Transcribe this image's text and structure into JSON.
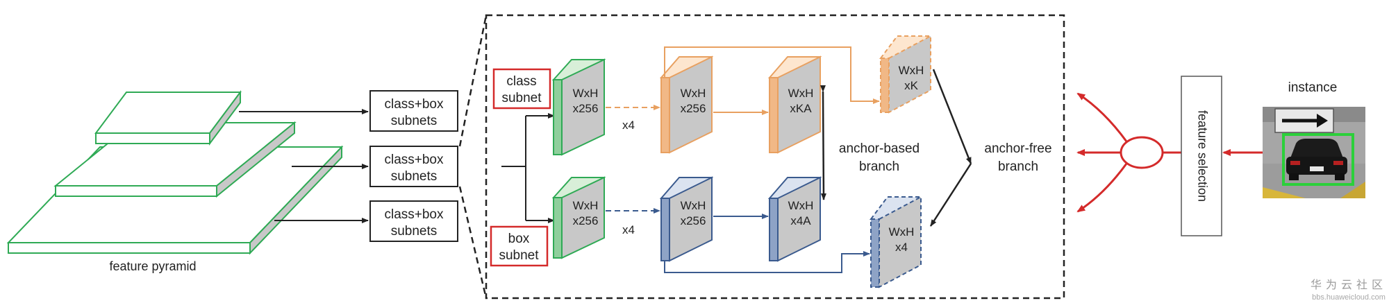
{
  "pyramid": {
    "label": "feature pyramid"
  },
  "subnets": [
    {
      "line1": "class+box",
      "line2": "subnets"
    },
    {
      "line1": "class+box",
      "line2": "subnets"
    },
    {
      "line1": "class+box",
      "line2": "subnets"
    }
  ],
  "heads": {
    "class": {
      "line1": "class",
      "line2": "subnet"
    },
    "box": {
      "line1": "box",
      "line2": "subnet"
    }
  },
  "blocks": {
    "class_in": {
      "l1": "WxH",
      "l2": "x256"
    },
    "box_in": {
      "l1": "WxH",
      "l2": "x256"
    },
    "x4_top": "x4",
    "x4_bottom": "x4",
    "ab_mid": {
      "l1": "WxH",
      "l2": "x256"
    },
    "ab_out": {
      "l1": "WxH",
      "l2": "xKA"
    },
    "box_mid": {
      "l1": "WxH",
      "l2": "x256"
    },
    "box_out": {
      "l1": "WxH",
      "l2": "x4A"
    },
    "af_class": {
      "l1": "WxH",
      "l2": "xK"
    },
    "af_box": {
      "l1": "WxH",
      "l2": "x4"
    }
  },
  "branches": {
    "anchor_based": {
      "l1": "anchor-based",
      "l2": "branch"
    },
    "anchor_free": {
      "l1": "anchor-free",
      "l2": "branch"
    }
  },
  "feature_selection": "feature selection",
  "instance": {
    "label": "instance"
  },
  "watermark": {
    "cn": "华为云社区",
    "url": "bbs.huaweicloud.com"
  },
  "colors": {
    "green": "#2faa55",
    "orange": "#e8a060",
    "blue": "#3a5a8e",
    "red": "#d42a2a",
    "gray_face": "#c8c8c8",
    "dark": "#222222"
  }
}
